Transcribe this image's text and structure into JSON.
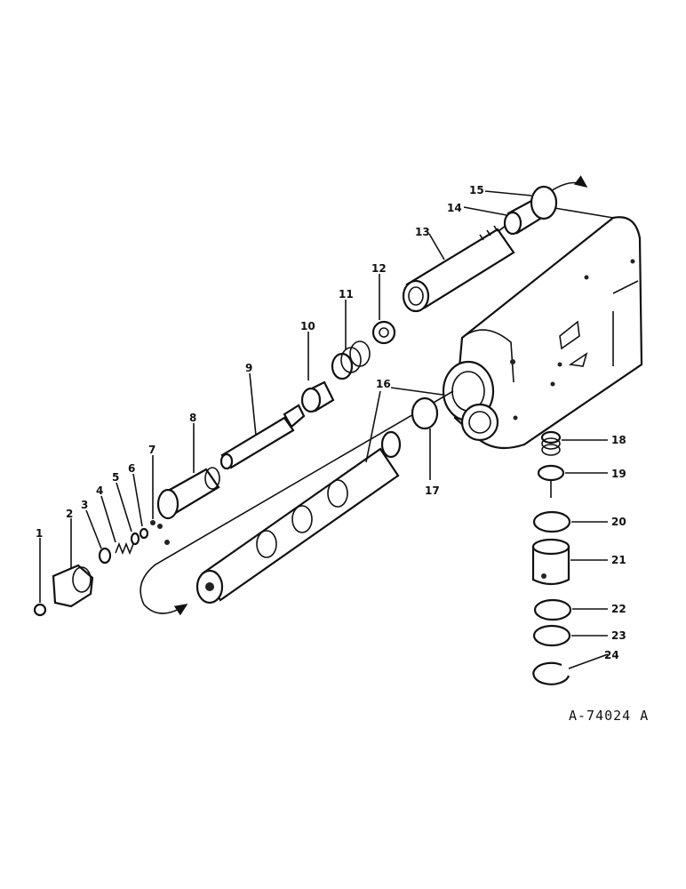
{
  "diagram": {
    "reference_number": "A-74024 A",
    "callouts": [
      "1",
      "2",
      "3",
      "4",
      "5",
      "6",
      "7",
      "8",
      "9",
      "10",
      "11",
      "12",
      "13",
      "14",
      "15",
      "16",
      "17",
      "18",
      "19",
      "20",
      "21",
      "22",
      "23",
      "24"
    ]
  }
}
